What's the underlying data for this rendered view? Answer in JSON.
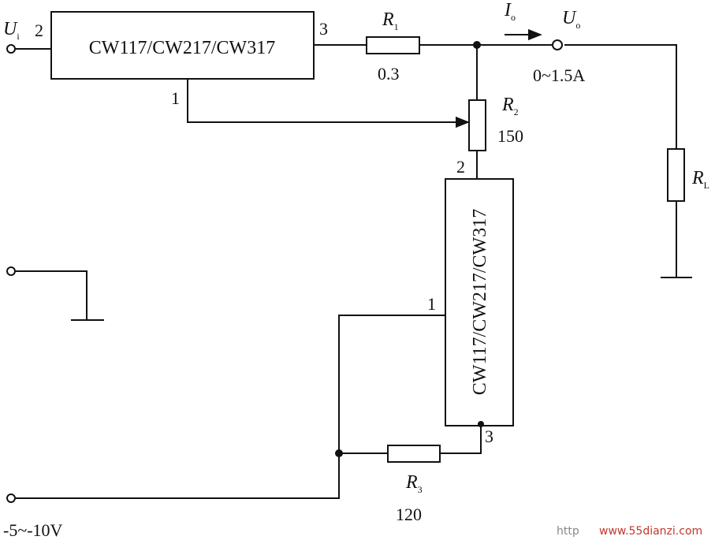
{
  "regulator_top": {
    "part": "CW117/CW217/CW317",
    "pin_in": "2",
    "pin_out": "3",
    "pin_adj": "1"
  },
  "regulator_bottom": {
    "part": "CW117/CW217/CW317",
    "pin_adj": "1",
    "pin_out": "3",
    "pin_in": "2"
  },
  "r1": {
    "symbol": "R",
    "sub": "1",
    "value": "0.3"
  },
  "r2": {
    "symbol": "R",
    "sub": "2",
    "value": "150"
  },
  "r3": {
    "symbol": "R",
    "sub": "3",
    "value": "120"
  },
  "rl": {
    "symbol": "R",
    "sub": "L"
  },
  "input": {
    "symbol": "U",
    "sub": "i"
  },
  "output": {
    "symbol": "U",
    "sub": "o",
    "current_symbol": "I",
    "current_sub": "o",
    "range": "0~1.5A"
  },
  "supply": {
    "label": "-5~-10V"
  },
  "watermark": {
    "prefix": "http",
    "site": "www.55dianzi.com"
  }
}
